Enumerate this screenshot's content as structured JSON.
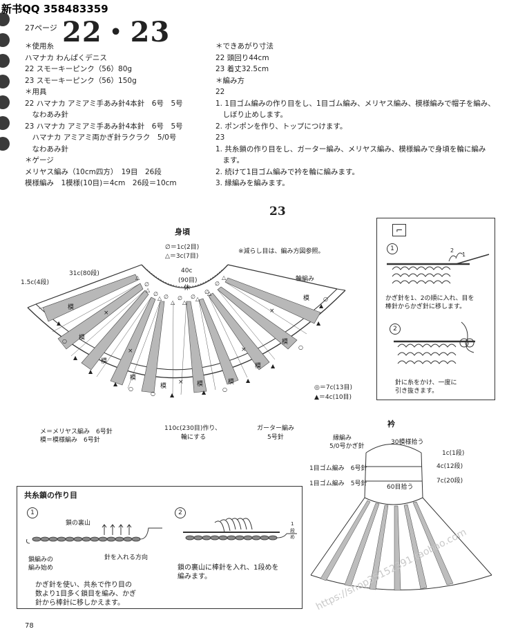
{
  "header": {
    "qq_text": "新书QQ 358483359",
    "page_ref": "27ページ",
    "title": "22・23"
  },
  "left_col": [
    "＊使用糸",
    "ハマナカ わんぱくデニス",
    "22 スモーキーピンク（56）80g",
    "23 スモーキーピンク（56）150g",
    "＊用具",
    "22 ハマナカ アミアミ手あみ針4本針　6号　5号",
    "　なわあみ針",
    "23 ハマナカ アミアミ手あみ針4本針　6号　5号",
    "　ハマナカ アミアミ両かぎ針ラクラク　5/0号",
    "　なわあみ針",
    "＊ゲージ",
    "メリヤス編み（10cm四方）　19目　26段",
    "模様編み　1模様(10目)＝4cm　26段＝10cm"
  ],
  "right_col": [
    "＊できあがり寸法",
    "22 頭回り44cm",
    "23 着丈32.5cm",
    "＊編み方",
    "22",
    "1. 1目ゴム編みの作り目をし、1目ゴム編み、メリヤス編み、模様編みで帽子を編み、",
    "　しぼり止めします。",
    "2. ポンポンを作り、トップにつけます。",
    "23",
    "1. 共糸鎖の作り目をし、ガーター編み、メリヤス編み、模様編みで身頃を輪に編み",
    "　ます。",
    "2. 続けて1目ゴム編みで衿を輪に編みます。",
    "3. 縁編みを編みます。"
  ],
  "section_number": "23",
  "body_diagram": {
    "title": "身頃",
    "legend1": "∅＝1c(2目)",
    "legend2": "△＝3c(7目)",
    "note": "※減らし目は、編み方図参照。",
    "neck_label_1": "40c",
    "neck_label_2": "(90目)",
    "neck_label_3": "休",
    "width_label": "31c(80段)",
    "side_label": "1.5c(4段)",
    "edge_label": "輪編み",
    "pattern_mark": "模",
    "cross_mark": "×",
    "circle_legend": "◎＝7c(13目)",
    "triangle_legend": "▲＝4c(10目)",
    "hem_label_1": "110c(230目)作り、",
    "hem_label_2": "輪にする",
    "garter_label_1": "ガーター編み",
    "garter_label_2": "5号針",
    "key1": "メ＝メリヤス編み　6号針",
    "key2": "模＝模様編み　6号針"
  },
  "technique_box": {
    "step1_num": "1",
    "step1_text_1": "かぎ針を1、2の順に入れ、目を",
    "step1_text_2": "棒針からかぎ針に移します。",
    "step2_num": "2",
    "step2_text_1": "針に糸をかけ、一度に",
    "step2_text_2": "引き抜きます。",
    "arrow1": "1",
    "arrow2": "2"
  },
  "collar_diagram": {
    "title": "衿",
    "edge_label_1": "縁編み",
    "edge_label_2": "5/0号かぎ針",
    "pickup_label": "30模様拾う",
    "rib1": "1目ゴム編み　6号針",
    "rib2": "1目ゴム編み　5号針",
    "pickup60": "60目拾う",
    "m1": "1c(1段)",
    "m2": "4c(12段)",
    "m3": "7c(20段)"
  },
  "cast_on_box": {
    "title": "共糸鎖の作り目",
    "step1_num": "1",
    "step2_num": "2",
    "chain_back": "鎖の裏山",
    "start_label_1": "鎖編みの",
    "start_label_2": "編み始め",
    "direction_label": "針を入れる方向",
    "text1_1": "かぎ針を使い、共糸で作り目の",
    "text1_2": "数より1目多く鎖目を編み、かぎ",
    "text1_3": "針から棒針に移しかえます。",
    "text2_1": "鎖の裏山に棒針を入れ、1段めを",
    "text2_2": "編みます。",
    "row_label_1": "1",
    "row_label_2": "段",
    "row_label_3": "め"
  },
  "page_number": "78",
  "watermark": "https://shop35152391.taobao.com"
}
